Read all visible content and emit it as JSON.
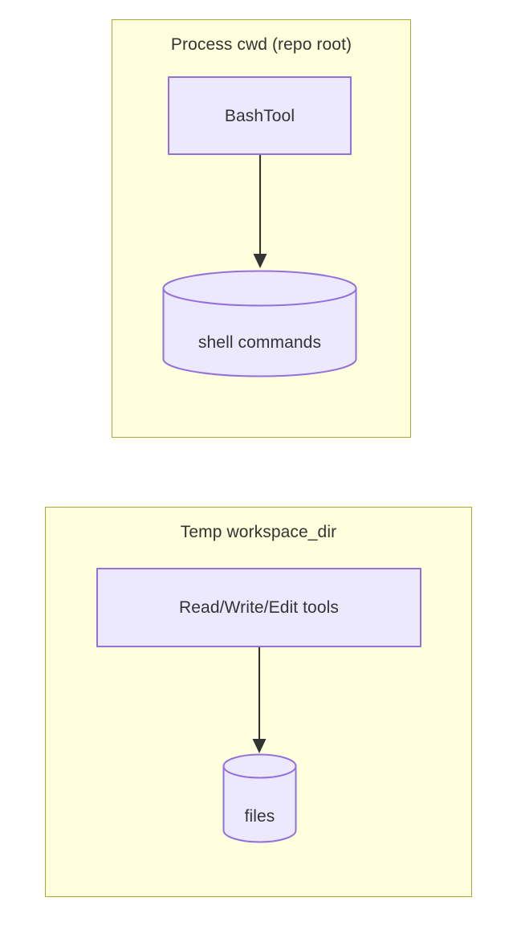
{
  "diagram": {
    "type": "flowchart",
    "direction": "top-down",
    "background": "#ffffff",
    "theme": {
      "cluster_fill": "#ffffde",
      "cluster_stroke": "#aaaa33",
      "node_fill": "#ece8fd",
      "node_stroke": "#9370db",
      "text_color": "#333333",
      "edge_color": "#333333"
    },
    "clusters": [
      {
        "id": "process-cwd",
        "title": "Process cwd (repo root)",
        "nodes": [
          {
            "id": "bashtool",
            "shape": "rect",
            "label": "BashTool"
          },
          {
            "id": "shell-commands",
            "shape": "cylinder",
            "label": "shell commands"
          }
        ],
        "edges": [
          {
            "from": "bashtool",
            "to": "shell-commands",
            "arrow": "arrowhead",
            "label": ""
          }
        ]
      },
      {
        "id": "temp-workspace-dir",
        "title": "Temp workspace_dir",
        "nodes": [
          {
            "id": "rw-edit-tools",
            "shape": "rect",
            "label": "Read/Write/Edit tools"
          },
          {
            "id": "files",
            "shape": "cylinder",
            "label": "files"
          }
        ],
        "edges": [
          {
            "from": "rw-edit-tools",
            "to": "files",
            "arrow": "arrowhead",
            "label": ""
          }
        ]
      }
    ]
  }
}
